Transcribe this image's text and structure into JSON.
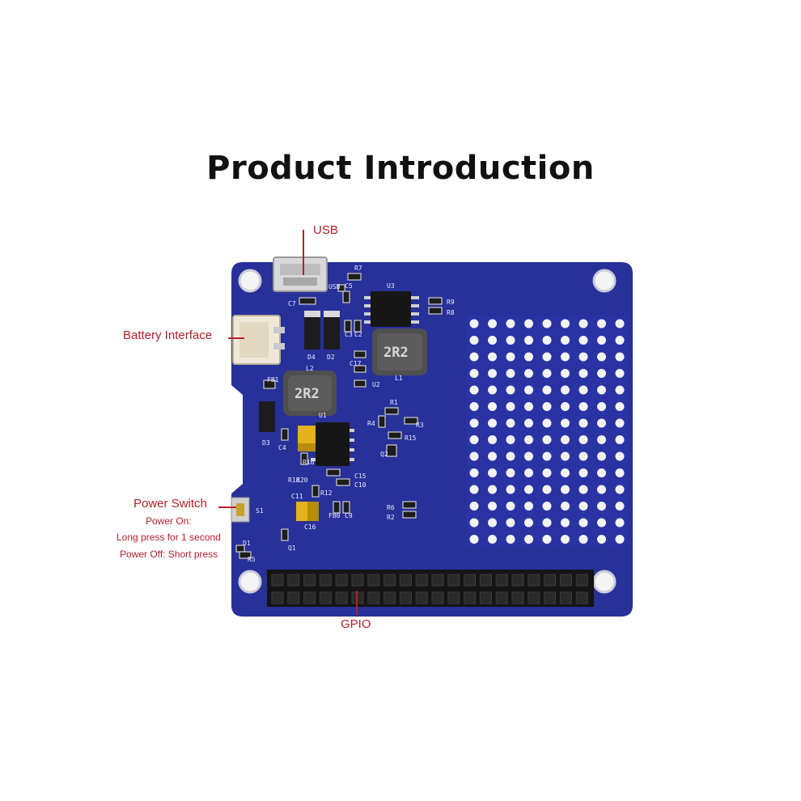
{
  "title": "Product Introduction",
  "colors": {
    "pcb": "#28309a",
    "label": "#b3202a",
    "silkscreen": "#e8ecff"
  },
  "callouts": {
    "usb": "USB",
    "battery": "Battery Interface",
    "power_switch": "Power Switch",
    "power_on": "Power On:",
    "long_press": "Long press for 1 second",
    "power_off": "Power Off: Short press",
    "gpio": "GPIO"
  },
  "silkscreen": {
    "usb": "USB",
    "r7": "R7",
    "c5": "C5",
    "u3": "U3",
    "c7": "C7",
    "r9": "R9",
    "r8": "R8",
    "d4": "D4",
    "d2": "D2",
    "c3": "C3",
    "c2": "C2",
    "c17": "C17",
    "u2": "U2",
    "l1": "L1",
    "l2": "L2",
    "fb1": "FB1",
    "r1": "R1",
    "r4": "R4",
    "r3": "R3",
    "r15": "R15",
    "q2": "Q2",
    "d3": "D3",
    "c4": "C4",
    "u1": "U1",
    "r10": "R10",
    "r20": "R20",
    "r18": "R18",
    "c15": "C15",
    "c10": "C10",
    "c11": "C11",
    "r12": "R12",
    "fb0": "FB0",
    "c9": "C9",
    "r6": "R6",
    "r2": "R2",
    "s1": "S1",
    "c16": "C16",
    "q1": "Q1",
    "d1": "D1",
    "r5": "R5",
    "inductor1": "2R2",
    "inductor2": "2R2"
  }
}
